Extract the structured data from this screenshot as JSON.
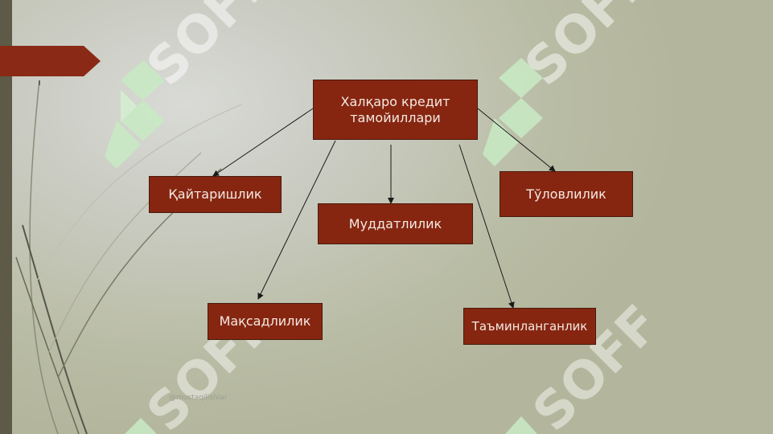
{
  "diagram": {
    "root": {
      "label": "Халқаро кредит\nтамойиллари"
    },
    "children": [
      {
        "id": "qaytarishlik",
        "label": "Қайтаришлик"
      },
      {
        "id": "muddatlilik",
        "label": "Муддатлилик"
      },
      {
        "id": "tolovlilik",
        "label": "Тўловлилик"
      },
      {
        "id": "maqsadlilik",
        "label": "Мақсадлилик"
      },
      {
        "id": "taminlanganlik",
        "label": "Таъминланганлик"
      }
    ]
  },
  "watermark": {
    "text": "SOFF"
  },
  "footer": {
    "text": "@mustaqilishlar"
  },
  "colors": {
    "box_fill": "#862611",
    "box_text": "#f4e9e2",
    "banner": "#8a2a16",
    "left_bar": "#5d5a48",
    "watermark": "#ffffff",
    "watermark_logo": "#c8ebc4"
  }
}
